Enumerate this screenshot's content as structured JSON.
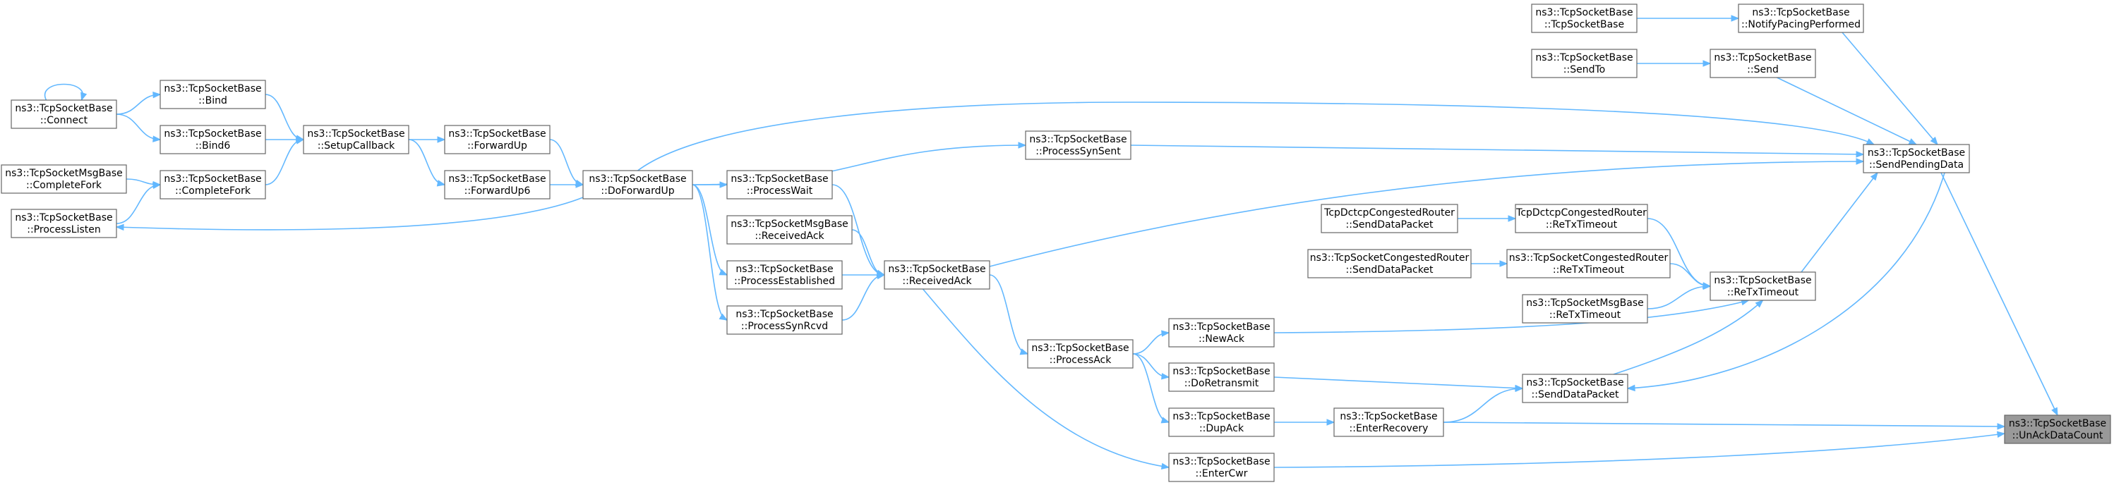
{
  "graph": {
    "nodes": [
      {
        "id": "tsb_notify",
        "line1": "ns3::TcpSocketBase",
        "line2": "::NotifyPacingPerformed"
      },
      {
        "id": "tsb_tcpsocketbase",
        "line1": "ns3::TcpSocketBase",
        "line2": "::TcpSocketBase"
      },
      {
        "id": "tsb_sendto",
        "line1": "ns3::TcpSocketBase",
        "line2": "::SendTo"
      },
      {
        "id": "tsb_send",
        "line1": "ns3::TcpSocketBase",
        "line2": "::Send"
      },
      {
        "id": "tsb_connect",
        "line1": "ns3::TcpSocketBase",
        "line2": "::Connect"
      },
      {
        "id": "tsb_bind",
        "line1": "ns3::TcpSocketBase",
        "line2": "::Bind"
      },
      {
        "id": "tsb_bind6",
        "line1": "ns3::TcpSocketBase",
        "line2": "::Bind6"
      },
      {
        "id": "tsb_setupcallback",
        "line1": "ns3::TcpSocketBase",
        "line2": "::SetupCallback"
      },
      {
        "id": "tsb_forwardup",
        "line1": "ns3::TcpSocketBase",
        "line2": "::ForwardUp"
      },
      {
        "id": "tsb_forwardup6",
        "line1": "ns3::TcpSocketBase",
        "line2": "::ForwardUp6"
      },
      {
        "id": "tsmb_completefork",
        "line1": "ns3::TcpSocketMsgBase",
        "line2": "::CompleteFork"
      },
      {
        "id": "tsb_completefork",
        "line1": "ns3::TcpSocketBase",
        "line2": "::CompleteFork"
      },
      {
        "id": "tsb_processlisten",
        "line1": "ns3::TcpSocketBase",
        "line2": "::ProcessListen"
      },
      {
        "id": "tsb_doforwardup",
        "line1": "ns3::TcpSocketBase",
        "line2": "::DoForwardUp"
      },
      {
        "id": "tsb_processsynsent",
        "line1": "ns3::TcpSocketBase",
        "line2": "::ProcessSynSent"
      },
      {
        "id": "tsb_processwait",
        "line1": "ns3::TcpSocketBase",
        "line2": "::ProcessWait"
      },
      {
        "id": "tsmb_receivedack",
        "line1": "ns3::TcpSocketMsgBase",
        "line2": "::ReceivedAck"
      },
      {
        "id": "tsb_processestablished",
        "line1": "ns3::TcpSocketBase",
        "line2": "::ProcessEstablished"
      },
      {
        "id": "tsb_processsynrcvd",
        "line1": "ns3::TcpSocketBase",
        "line2": "::ProcessSynRcvd"
      },
      {
        "id": "tsb_receivedack",
        "line1": "ns3::TcpSocketBase",
        "line2": "::ReceivedAck"
      },
      {
        "id": "tsb_processack",
        "line1": "ns3::TcpSocketBase",
        "line2": "::ProcessAck"
      },
      {
        "id": "tsb_newack",
        "line1": "ns3::TcpSocketBase",
        "line2": "::NewAck"
      },
      {
        "id": "tsb_doretransmit",
        "line1": "ns3::TcpSocketBase",
        "line2": "::DoRetransmit"
      },
      {
        "id": "tsb_dupack",
        "line1": "ns3::TcpSocketBase",
        "line2": "::DupAck"
      },
      {
        "id": "tsb_entercwr",
        "line1": "ns3::TcpSocketBase",
        "line2": "::EnterCwr"
      },
      {
        "id": "tsb_enterrecovery",
        "line1": "ns3::TcpSocketBase",
        "line2": "::EnterRecovery"
      },
      {
        "id": "dctcp_senddatapacket",
        "line1": "TcpDctcpCongestedRouter",
        "line2": "::SendDataPacket"
      },
      {
        "id": "dctcp_retxtimeout",
        "line1": "TcpDctcpCongestedRouter",
        "line2": "::ReTxTimeout"
      },
      {
        "id": "tscr_senddatapacket",
        "line1": "ns3::TcpSocketCongestedRouter",
        "line2": "::SendDataPacket"
      },
      {
        "id": "tscr_retxtimeout",
        "line1": "ns3::TcpSocketCongestedRouter",
        "line2": "::ReTxTimeout"
      },
      {
        "id": "tsmb_retxtimeout",
        "line1": "ns3::TcpSocketMsgBase",
        "line2": "::ReTxTimeout"
      },
      {
        "id": "tsb_retxtimeout",
        "line1": "ns3::TcpSocketBase",
        "line2": "::ReTxTimeout"
      },
      {
        "id": "tsb_senddatapacket",
        "line1": "ns3::TcpSocketBase",
        "line2": "::SendDataPacket"
      },
      {
        "id": "tsb_sendpendingdata",
        "line1": "ns3::TcpSocketBase",
        "line2": "::SendPendingData"
      },
      {
        "id": "tsb_unackdatacount",
        "line1": "ns3::TcpSocketBase",
        "line2": "::UnAckDataCount",
        "highlight": true
      }
    ],
    "edges": [
      [
        "tsb_tcpsocketbase",
        "tsb_notify"
      ],
      [
        "tsb_sendto",
        "tsb_send"
      ],
      [
        "tsb_connect",
        "tsb_connect"
      ],
      [
        "tsb_connect",
        "tsb_bind"
      ],
      [
        "tsb_connect",
        "tsb_bind6"
      ],
      [
        "tsb_bind",
        "tsb_setupcallback"
      ],
      [
        "tsb_bind6",
        "tsb_setupcallback"
      ],
      [
        "tsb_completefork",
        "tsb_setupcallback"
      ],
      [
        "tsb_setupcallback",
        "tsb_forwardup"
      ],
      [
        "tsb_setupcallback",
        "tsb_forwardup6"
      ],
      [
        "tsmb_completefork",
        "tsb_completefork"
      ],
      [
        "tsb_processlisten",
        "tsb_completefork"
      ],
      [
        "tsb_forwardup",
        "tsb_doforwardup"
      ],
      [
        "tsb_forwardup6",
        "tsb_doforwardup"
      ],
      [
        "tsb_doforwardup",
        "tsb_processlisten"
      ],
      [
        "tsb_doforwardup",
        "tsb_processsynsent"
      ],
      [
        "tsb_doforwardup",
        "tsb_processwait"
      ],
      [
        "tsb_doforwardup",
        "tsb_processestablished"
      ],
      [
        "tsb_doforwardup",
        "tsb_processsynrcvd"
      ],
      [
        "tsb_doforwardup",
        "tsb_sendpendingdata"
      ],
      [
        "tsb_processwait",
        "tsb_receivedack"
      ],
      [
        "tsmb_receivedack",
        "tsb_receivedack"
      ],
      [
        "tsb_processestablished",
        "tsb_receivedack"
      ],
      [
        "tsb_processsynrcvd",
        "tsb_receivedack"
      ],
      [
        "tsb_receivedack",
        "tsb_processack"
      ],
      [
        "tsb_receivedack",
        "tsb_entercwr"
      ],
      [
        "tsb_receivedack",
        "tsb_sendpendingdata"
      ],
      [
        "tsb_processsynsent",
        "tsb_sendpendingdata"
      ],
      [
        "tsb_processack",
        "tsb_newack"
      ],
      [
        "tsb_processack",
        "tsb_doretransmit"
      ],
      [
        "tsb_processack",
        "tsb_dupack"
      ],
      [
        "tsb_dupack",
        "tsb_enterrecovery"
      ],
      [
        "tsb_newack",
        "tsb_retxtimeout"
      ],
      [
        "tsb_doretransmit",
        "tsb_senddatapacket"
      ],
      [
        "tsb_enterrecovery",
        "tsb_senddatapacket"
      ],
      [
        "tsb_enterrecovery",
        "tsb_unackdatacount"
      ],
      [
        "tsb_entercwr",
        "tsb_unackdatacount"
      ],
      [
        "dctcp_senddatapacket",
        "dctcp_retxtimeout"
      ],
      [
        "tscr_senddatapacket",
        "tscr_retxtimeout"
      ],
      [
        "dctcp_retxtimeout",
        "tsb_retxtimeout"
      ],
      [
        "tscr_retxtimeout",
        "tsb_retxtimeout"
      ],
      [
        "tsmb_retxtimeout",
        "tsb_retxtimeout"
      ],
      [
        "tsb_senddatapacket",
        "tsb_retxtimeout"
      ],
      [
        "tsb_retxtimeout",
        "tsb_sendpendingdata"
      ],
      [
        "tsb_sendpendingdata",
        "tsb_senddatapacket"
      ],
      [
        "tsb_notify",
        "tsb_sendpendingdata"
      ],
      [
        "tsb_send",
        "tsb_sendpendingdata"
      ],
      [
        "tsb_sendpendingdata",
        "tsb_unackdatacount"
      ]
    ]
  }
}
